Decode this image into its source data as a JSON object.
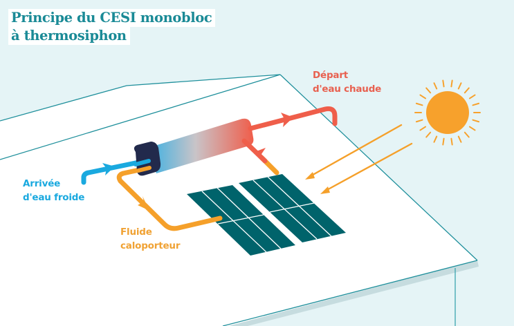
{
  "title": {
    "line1": "Principe du CESI monobloc",
    "line2": "à thermosiphon"
  },
  "labels": {
    "hot_water": {
      "line1": "Départ",
      "line2": "d'eau chaude"
    },
    "cold_water": {
      "line1": "Arrivée",
      "line2": "d'eau froide"
    },
    "heat_fluid": {
      "line1": "Fluide",
      "line2": "caloporteur"
    }
  },
  "components": {
    "tank": "ballon-monobloc",
    "collectors": [
      "capteur-solaire-1",
      "capteur-solaire-2"
    ],
    "sun": "soleil",
    "roof": "toiture"
  },
  "colors": {
    "background": "#e5f4f6",
    "title_text": "#1a8a96",
    "roof_line": "#1e8f9b",
    "hot": "#ef5e4a",
    "cold": "#1aa9df",
    "fluid": "#f5a02a",
    "panel": "#00636b",
    "tank_cap": "#222a4c",
    "sun": "#f7a12c"
  }
}
